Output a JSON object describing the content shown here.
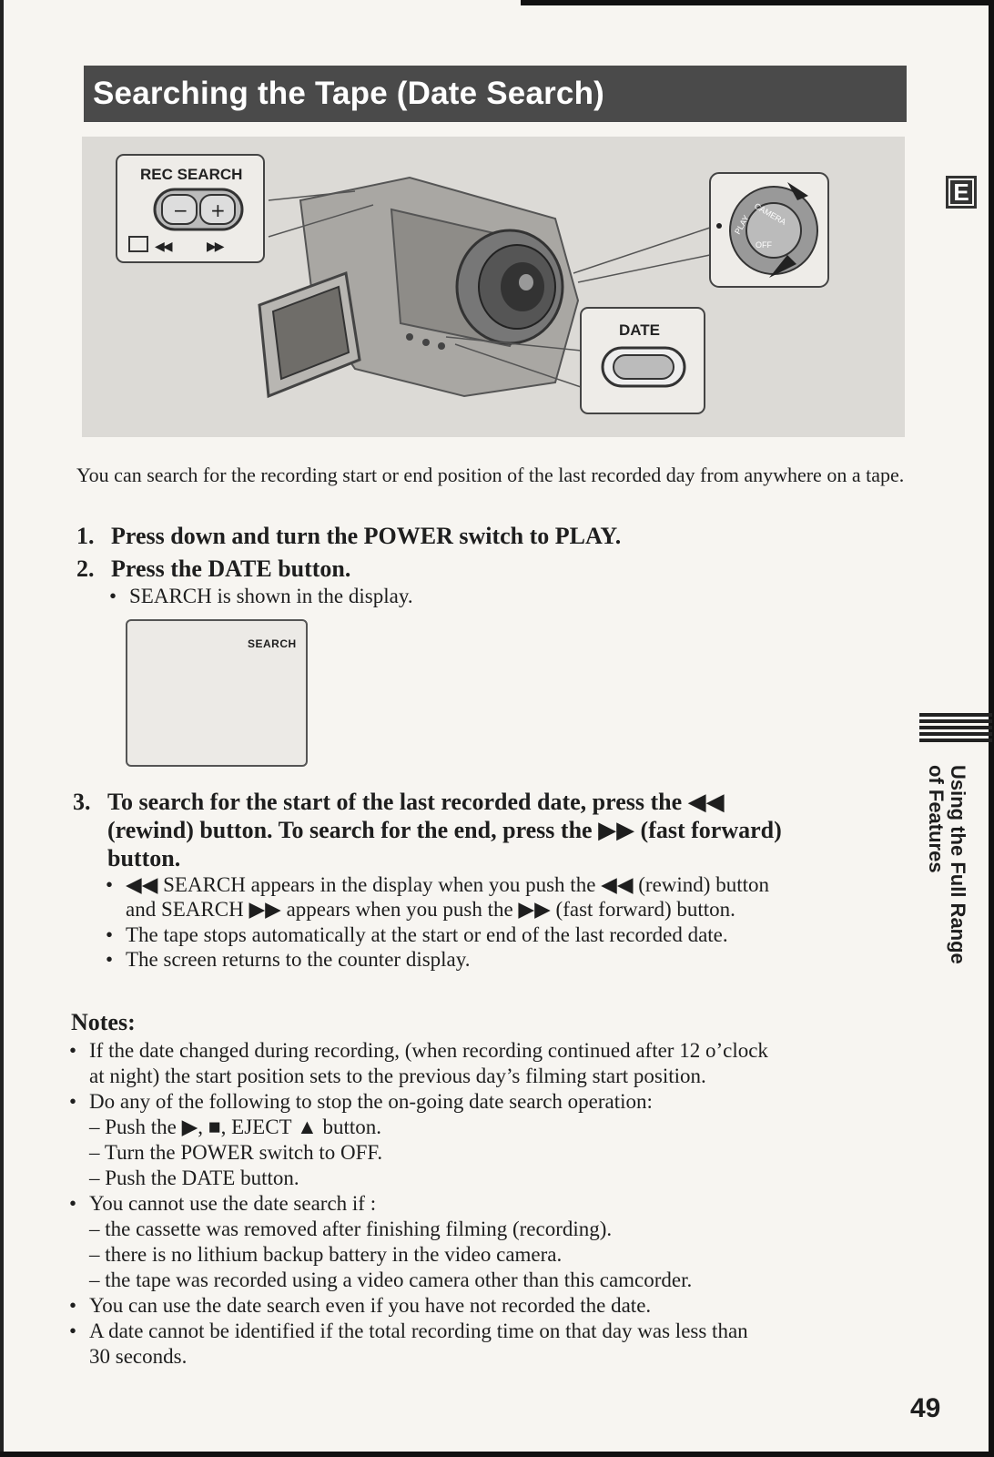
{
  "title": "Searching the Tape (Date Search)",
  "language_tab": "E",
  "illustration": {
    "rec_search_label": "REC SEARCH",
    "rec_minus": "−",
    "rec_plus": "+",
    "rewind_glyph": "◀◀",
    "ff_glyph": "▶▶",
    "date_label": "DATE",
    "dial_camera": "CAMERA",
    "dial_play": "PLAY",
    "dial_off": "OFF"
  },
  "intro": "You can search for the recording start or end position of the last recorded day from anywhere on a tape.",
  "steps": [
    {
      "num": "1.",
      "text": "Press down and turn the POWER switch to PLAY."
    },
    {
      "num": "2.",
      "text": "Press the DATE button."
    }
  ],
  "step2_bullet": "SEARCH is shown in the display.",
  "display_text": "SEARCH",
  "step3": {
    "num": "3.",
    "line1": "To search for the start of the last recorded date, press the ◀◀",
    "line2": "(rewind) button. To search for the end, press the  ▶▶ (fast forward)",
    "line3": "button."
  },
  "step3_bullets": [
    {
      "line1": "◀◀ SEARCH appears in the display when you push the ◀◀ (rewind) button",
      "line2": "and SEARCH ▶▶ appears when you push the ▶▶ (fast forward) button."
    },
    {
      "line1": "The tape stops automatically at the start or end of the last recorded date.",
      "line2": ""
    },
    {
      "line1": "The screen returns to the counter display.",
      "line2": ""
    }
  ],
  "notes_heading": "Notes:",
  "notes": {
    "n1_l1": "If the date changed during recording, (when recording continued after 12 o’clock",
    "n1_l2": "at night) the start position sets to the previous day’s filming start position.",
    "n2": "Do any of the following to stop the on-going date search operation:",
    "n2_d1": "– Push the ▶, ■, EJECT ▲ button.",
    "n2_d2": "– Turn the POWER switch to OFF.",
    "n2_d3": "– Push the DATE button.",
    "n3": "You cannot use the date search if :",
    "n3_d1": "– the cassette was removed after finishing filming (recording).",
    "n3_d2": "– there is no lithium backup battery in the video camera.",
    "n3_d3": "– the tape was recorded using a video camera other than this camcorder.",
    "n4": "You can use the date search even if you have not recorded the date.",
    "n5_l1": "A date cannot be identified if the total recording time on that day was less than",
    "n5_l2": "30 seconds."
  },
  "bullet_char": "•",
  "side_label": "Using the Full Range of Features",
  "page_number": "49"
}
